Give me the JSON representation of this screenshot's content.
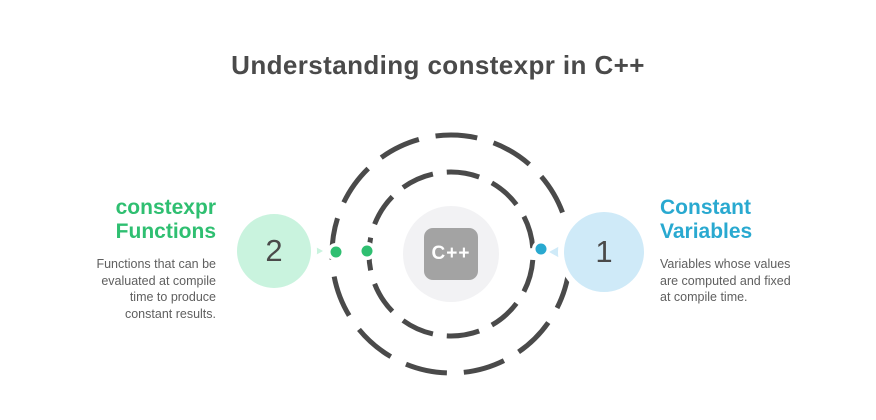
{
  "title": "Understanding constexpr in C++",
  "center": {
    "icon_label": "C++"
  },
  "nodes": {
    "left": {
      "number": "2",
      "heading": [
        "constexpr",
        "Functions"
      ],
      "body": [
        "Functions that can be",
        "evaluated at compile",
        "time to produce",
        "constant results."
      ]
    },
    "right": {
      "number": "1",
      "heading": [
        "Constant",
        "Variables"
      ],
      "body": [
        "Variables whose values",
        "are computed and fixed",
        "at compile time."
      ]
    }
  },
  "colors": {
    "dark_gray": "#4a4a4a",
    "body_gray": "#5f5f5f",
    "green_accent": "#2fbf71",
    "green_fill": "#c9f3de",
    "blue_accent": "#29a9d0",
    "blue_fill": "#cfeaf8",
    "icon_gray": "#a3a3a3",
    "circle_fill": "#f2f2f4"
  }
}
